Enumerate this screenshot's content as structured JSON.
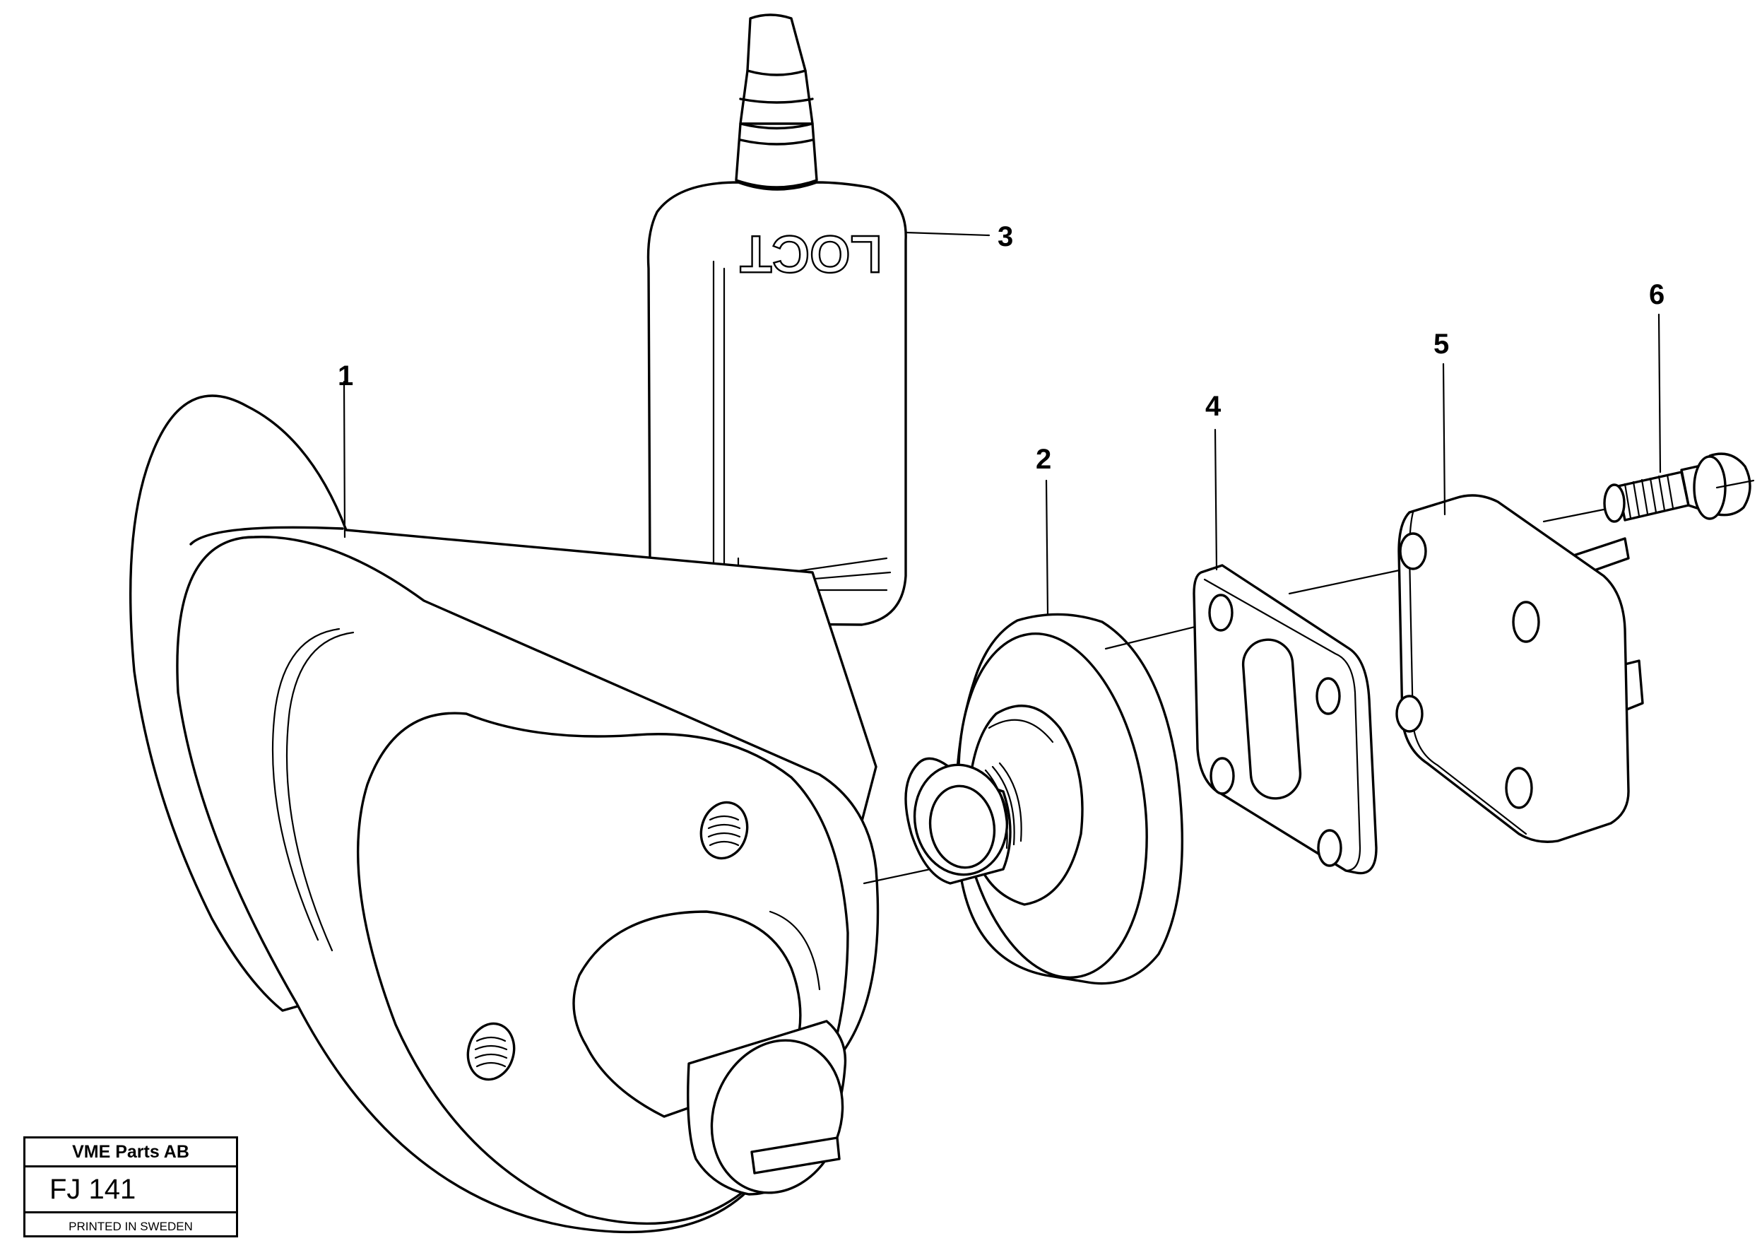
{
  "callouts": [
    {
      "id": "1",
      "label": "1"
    },
    {
      "id": "2",
      "label": "2"
    },
    {
      "id": "3",
      "label": "3"
    },
    {
      "id": "4",
      "label": "4"
    },
    {
      "id": "5",
      "label": "5"
    },
    {
      "id": "6",
      "label": "6"
    }
  ],
  "bottle_text": "LOCT",
  "title_block": {
    "company": "VME Parts AB",
    "figure_code": "FJ 141",
    "printed": "PRINTED IN SWEDEN"
  }
}
